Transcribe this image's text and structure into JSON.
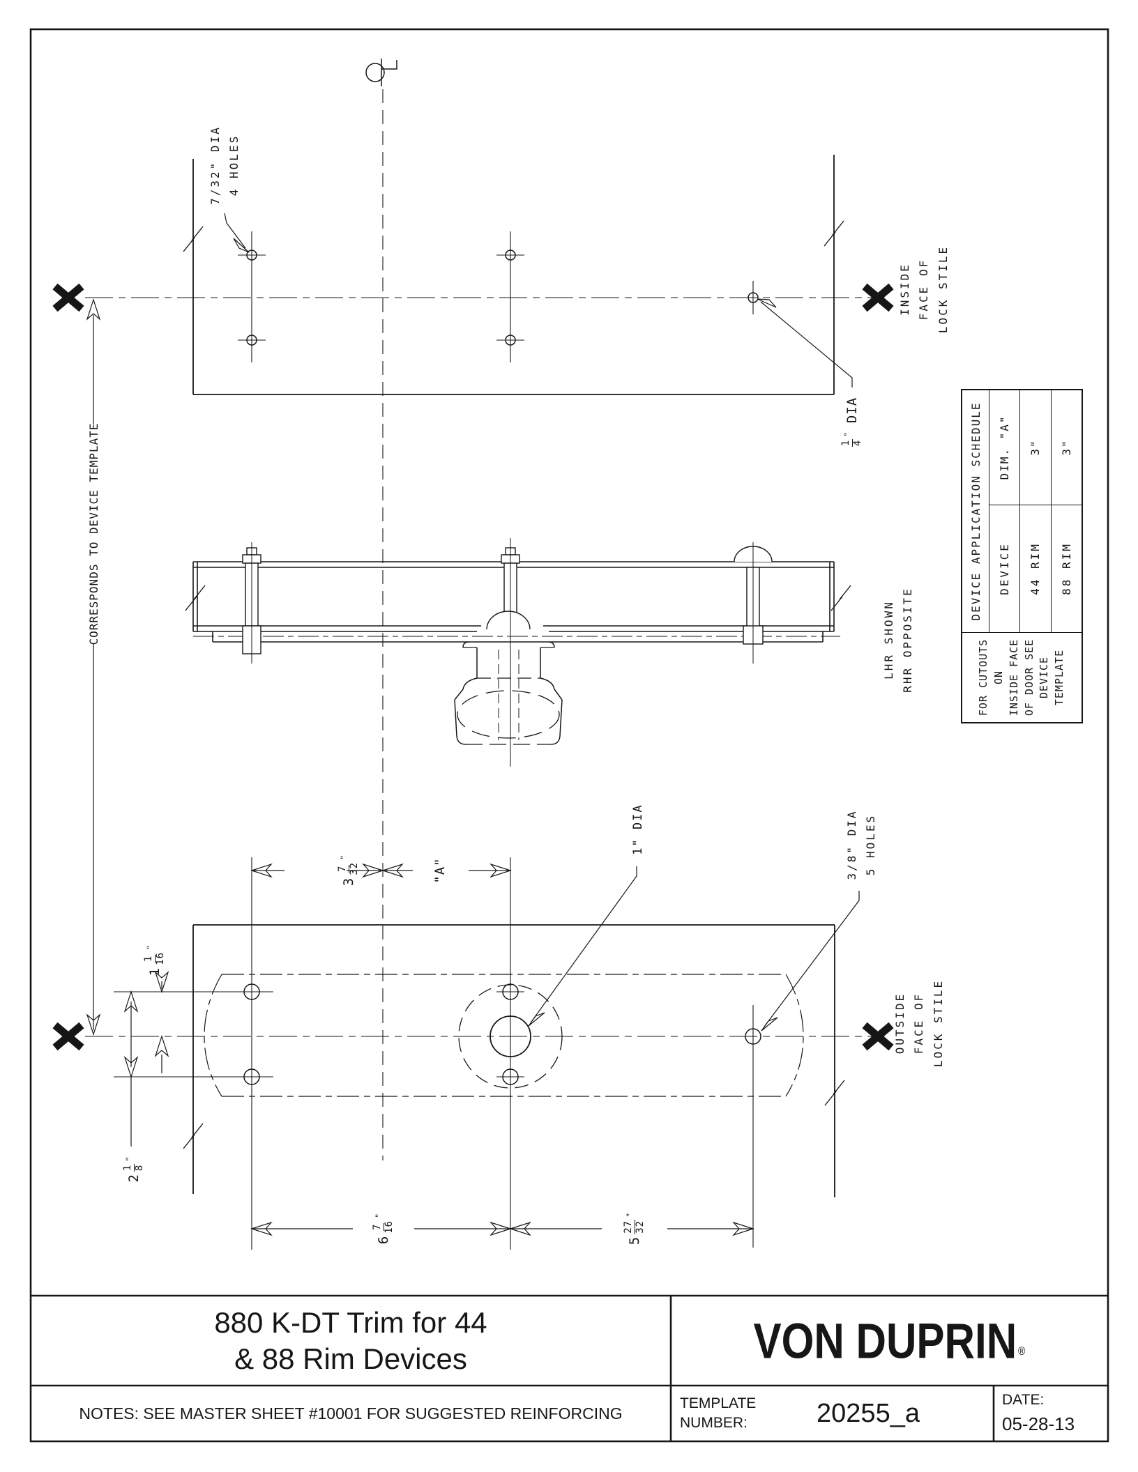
{
  "sheet": {
    "background": "#ffffff",
    "line_color": "#161616"
  },
  "labels": {
    "corresponds": "CORRESPONDS TO DEVICE TEMPLATE",
    "top_holes_line1": "7/32\" DIA",
    "top_holes_line2": "4 HOLES",
    "inside_face_lines": [
      "INSIDE",
      "FACE OF",
      "LOCK STILE"
    ],
    "lhr_lines": [
      "LHR SHOWN",
      "RHR OPPOSITE"
    ],
    "one_dia": "1\" DIA",
    "bottom_holes_line1": "3/8\" DIA",
    "bottom_holes_line2": "5 HOLES",
    "outside_face_lines": [
      "OUTSIDE",
      "FACE OF",
      "LOCK STILE"
    ],
    "dim_a": "\"A\""
  },
  "dimensions": {
    "quarter_dia": {
      "num": "1",
      "den": "4",
      "unit": "\"",
      "suffix": "DIA"
    },
    "d3732": {
      "whole": "3",
      "num": "7",
      "den": "32",
      "unit": "\""
    },
    "d1116": {
      "whole": "1",
      "num": "1",
      "den": "16",
      "unit": "\""
    },
    "d218": {
      "whole": "2",
      "num": "1",
      "den": "8",
      "unit": "\""
    },
    "d6716": {
      "whole": "6",
      "num": "7",
      "den": "16",
      "unit": "\""
    },
    "d52732": {
      "whole": "5",
      "num": "27",
      "den": "32",
      "unit": "\""
    }
  },
  "schedule": {
    "title": "DEVICE APPLICATION SCHEDULE",
    "col_device": "DEVICE",
    "col_dim": "DIM. \"A\"",
    "rows": [
      {
        "device": "44 RIM",
        "dim": "3\""
      },
      {
        "device": "88 RIM",
        "dim": "3\""
      }
    ],
    "note_lines": [
      "FOR CUTOUTS ON",
      "INSIDE FACE",
      "OF DOOR SEE",
      "DEVICE TEMPLATE"
    ]
  },
  "title_block": {
    "product_title_line1": "880 K-DT Trim for 44",
    "product_title_line2": "& 88 Rim Devices",
    "brand": "VON DUPRIN",
    "brand_registered": "®",
    "notes": "NOTES: SEE MASTER SHEET #10001 FOR SUGGESTED REINFORCING",
    "template_label": "TEMPLATE",
    "number_label": "NUMBER:",
    "template_number": "20255_a",
    "date_label": "DATE:",
    "date_value": "05-28-13"
  }
}
